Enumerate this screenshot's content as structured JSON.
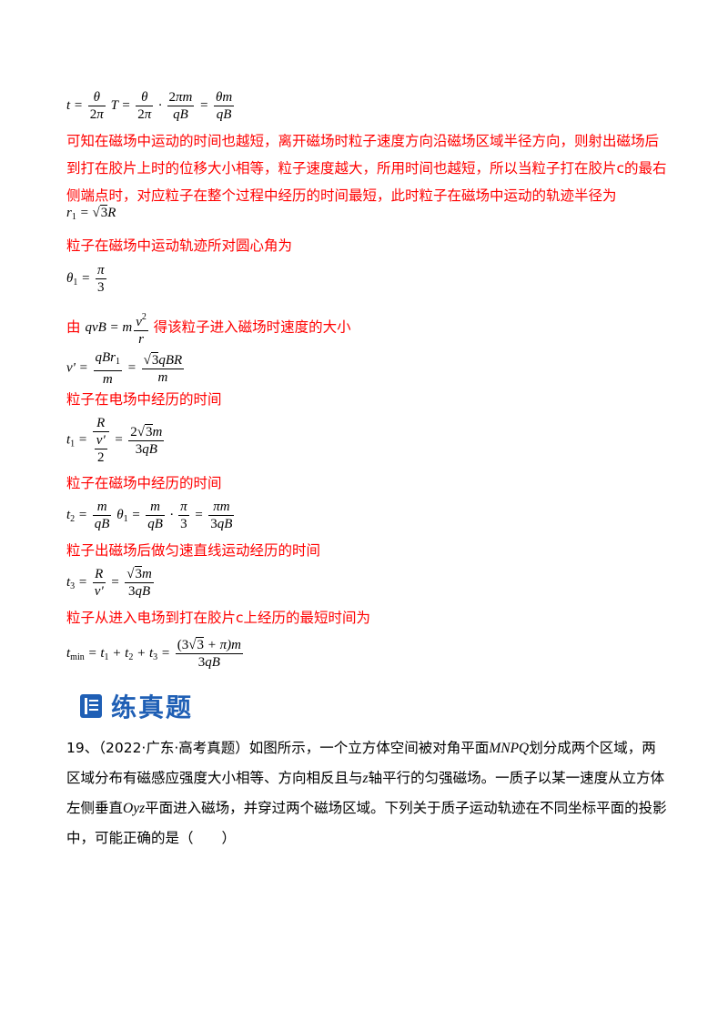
{
  "solution": {
    "p1": "可知在磁场中运动的时间也越短，离开磁场时粒子速度方向沿磁场区域半径方向，则射出磁场后到打在胶片上时的位移大小相等，粒子速度越大，所用时间也越短，所以当粒子打在胶片c的最右侧端点时，对应粒子在整个过程中经历的时间最短，此时粒子在磁场中运动的轨迹半径为",
    "p2": "粒子在磁场中运动轨迹所对圆心角为",
    "p3_prefix": "由",
    "p3_suffix": "得该粒子进入磁场时速度的大小",
    "p4": "粒子在电场中经历的时间",
    "p5": "粒子在磁场中经历的时间",
    "p6": "粒子出磁场后做匀速直线运动经历的时间",
    "p7": "粒子从进入电场到打在胶片c上经历的最短时间为"
  },
  "section_heading": "练真题",
  "problem": {
    "number": "19、",
    "source": "（2022·广东·高考真题）",
    "text1": "如图所示，一个立方体空间被对角平面",
    "plane": "MNPQ",
    "text2": "划分成两个区域，两区域分布有磁感应强度大小相等、方向相反且与",
    "axis": "z",
    "text3": "轴平行的匀强磁场。一质子以某一速度从立方体左侧垂直",
    "oyz": "Oyz",
    "text4": "平面进入磁场，并穿过两个磁场区域。下列关于质子运动轨迹在不同坐标平面的投影中，可能正确的是（　　）"
  }
}
